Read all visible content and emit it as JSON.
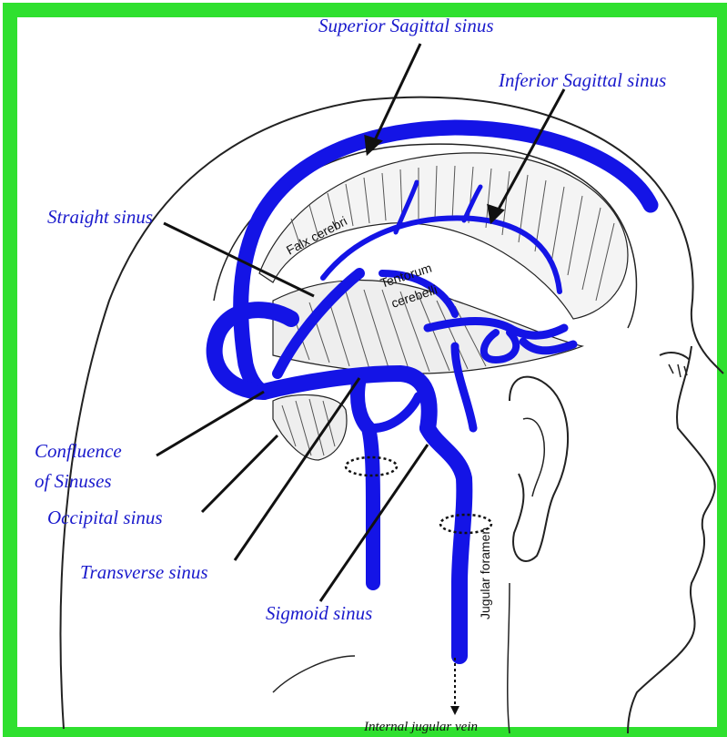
{
  "colors": {
    "border": "#2fe02f",
    "vein": "#1414e6",
    "label": "#1a1acc",
    "outline": "#222222"
  },
  "labels": {
    "superior_sagittal": "Superior Sagittal sinus",
    "inferior_sagittal": "Inferior Sagittal sinus",
    "straight": "Straight sinus",
    "confluence_line1": "Confluence",
    "confluence_line2": "of Sinuses",
    "occipital": "Occipital sinus",
    "transverse": "Transverse sinus",
    "sigmoid": "Sigmoid sinus",
    "internal_jugular": "Internal jugular vein",
    "falx": "Falx cerebri",
    "tentorum_line1": "Tentorum",
    "tentorum_line2": "cerebelli",
    "jugular_foramen": "Jugular foramen"
  }
}
